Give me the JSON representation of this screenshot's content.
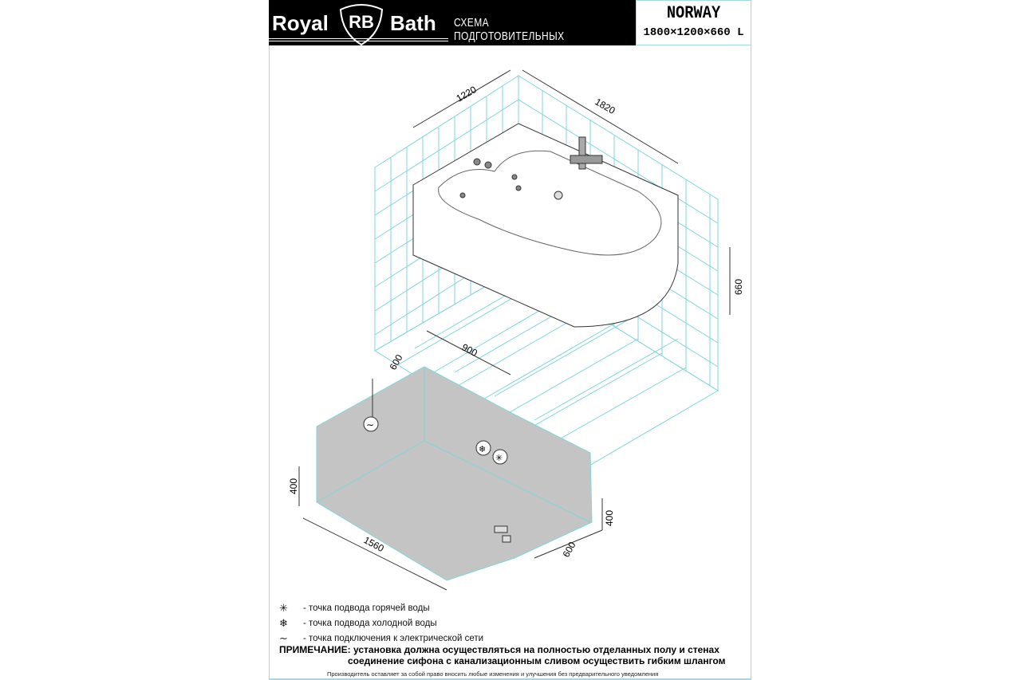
{
  "header": {
    "brand_left": "Royal",
    "brand_mark": "RB",
    "brand_right": "Bath",
    "title": "СХЕМА ПОДГОТОВИТЕЛЬНЫХ РАБОТ",
    "model": "NORWAY",
    "dimensions": "1800×1200×660 L"
  },
  "upper_dims": {
    "width": "1220",
    "length": "1820",
    "height": "660"
  },
  "lower_dims": {
    "top_a": "600",
    "top_b": "900",
    "left_h": "400",
    "right_h": "400",
    "bottom_len": "1560",
    "bottom_w": "600"
  },
  "legend": [
    {
      "icon": "hot-water-icon",
      "glyph": "✳",
      "text": "- точка подвода горячей воды"
    },
    {
      "icon": "cold-water-icon",
      "glyph": "❄",
      "text": "- точка подвода холодной воды"
    },
    {
      "icon": "electric-icon",
      "glyph": "∼",
      "text": "- точка подключения к электрической сети"
    }
  ],
  "note": {
    "label": "ПРИМЕЧАНИЕ:",
    "line1": "установка должна осуществляться на полностью отделанных полу и стенах",
    "line2": "соединение сифона с канализационным сливом осуществить гибким шлангом"
  },
  "footer": "Производитель оставляет за собой право вносить любые изменения и улучшения без предварительного уведомления"
}
